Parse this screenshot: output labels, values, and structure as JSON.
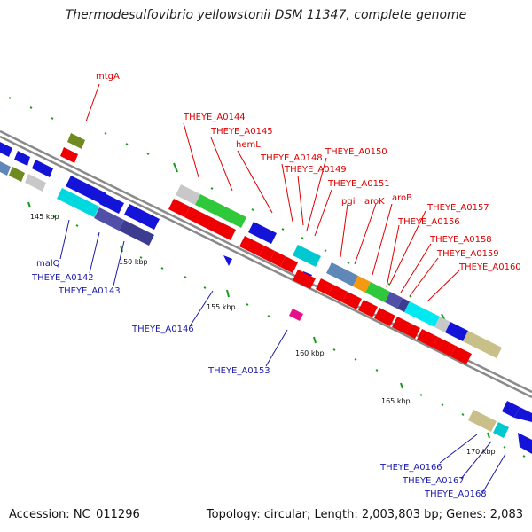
{
  "title": "Thermodesulfovibrio yellowstonii DSM 11347, complete genome",
  "footer": {
    "accession": "Accession: NC_011296",
    "topology": "Topology: circular; Length: 2,003,803 bp; Genes: 2,083"
  },
  "scale_ticks": [
    "145 kbp",
    "150 kbp",
    "155 kbp",
    "160 kbp",
    "165 kbp",
    "170 kbp"
  ],
  "genes_top": [
    "mtgA",
    "THEYE_A0144",
    "THEYE_A0145",
    "hemL",
    "THEYE_A0148",
    "THEYE_A0149",
    "THEYE_A0150",
    "THEYE_A0151",
    "pgi",
    "aroK",
    "aroB",
    "THEYE_A0157",
    "THEYE_A0156",
    "THEYE_A0158",
    "THEYE_A0159",
    "THEYE_A0160"
  ],
  "genes_bottom": [
    "malQ",
    "THEYE_A0142",
    "THEYE_A0143",
    "THEYE_A0146",
    "THEYE_A0153",
    "THEYE_A0166",
    "THEYE_A0167",
    "THEYE_A0168"
  ],
  "colors": {
    "forward_label": "#dd0000",
    "reverse_label": "#1c1ca8",
    "backbone": "#8a8a8a",
    "tick": "#1a9a1a"
  }
}
